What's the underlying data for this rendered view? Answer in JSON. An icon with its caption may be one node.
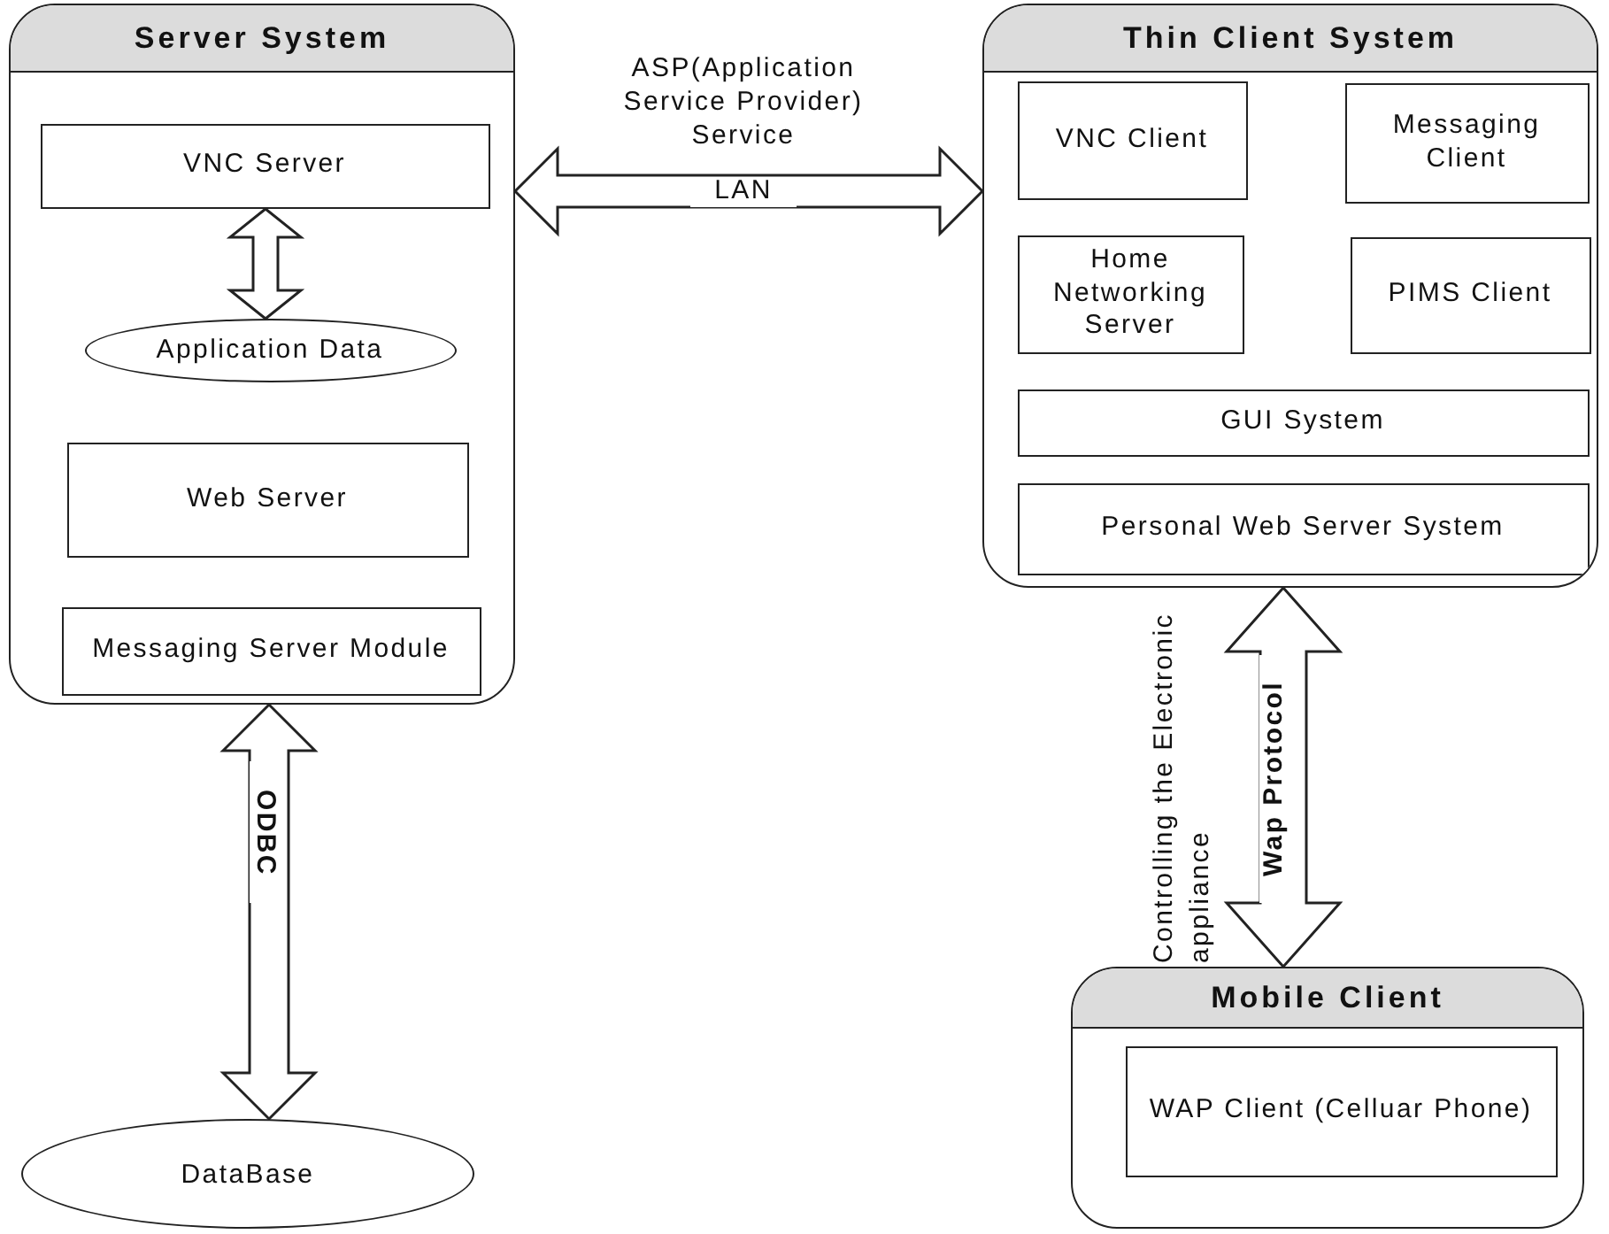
{
  "diagram": {
    "nodes": [
      {
        "text": [
          "Server System"
        ]
      },
      {
        "text": [
          "VNC Server"
        ],
        "in": 0
      },
      {
        "text": [
          "Application Data"
        ],
        "in": 0
      },
      {
        "text": [
          "Web Server"
        ],
        "in": 0
      },
      {
        "text": [
          "Messaging Server Module"
        ],
        "in": 0
      },
      {
        "text": [
          "DataBase"
        ]
      },
      {
        "text": [
          "Thin Client System"
        ]
      },
      {
        "text": [
          "VNC Client"
        ],
        "in": 6
      },
      {
        "text": [
          "Messaging Client"
        ],
        "in": 6
      },
      {
        "text": [
          "Home Networking Server"
        ],
        "in": 6
      },
      {
        "text": [
          "PIMS Client"
        ],
        "in": 6
      },
      {
        "text": [
          "GUI System"
        ],
        "in": 6
      },
      {
        "text": [
          "Personal Web Server System"
        ],
        "in": 6
      },
      {
        "text": [
          "Mobile Client"
        ]
      },
      {
        "text": [
          "WAP Client (Celluar Phone)"
        ],
        "in": 13
      }
    ],
    "edges": [
      {
        "from": 1,
        "to": 2,
        "arrow": "both"
      },
      {
        "from": 0,
        "to": 6,
        "arrow": "both",
        "label": "LAN"
      },
      {
        "from": 0,
        "to": 5,
        "arrow": "both",
        "label": "ODBC"
      },
      {
        "from": 6,
        "to": 13,
        "arrow": "both",
        "label": "Wap Protocol"
      }
    ],
    "labels": [
      "ASP(Application Service Provider) Service",
      "Controlling the Electronic appliance"
    ]
  }
}
